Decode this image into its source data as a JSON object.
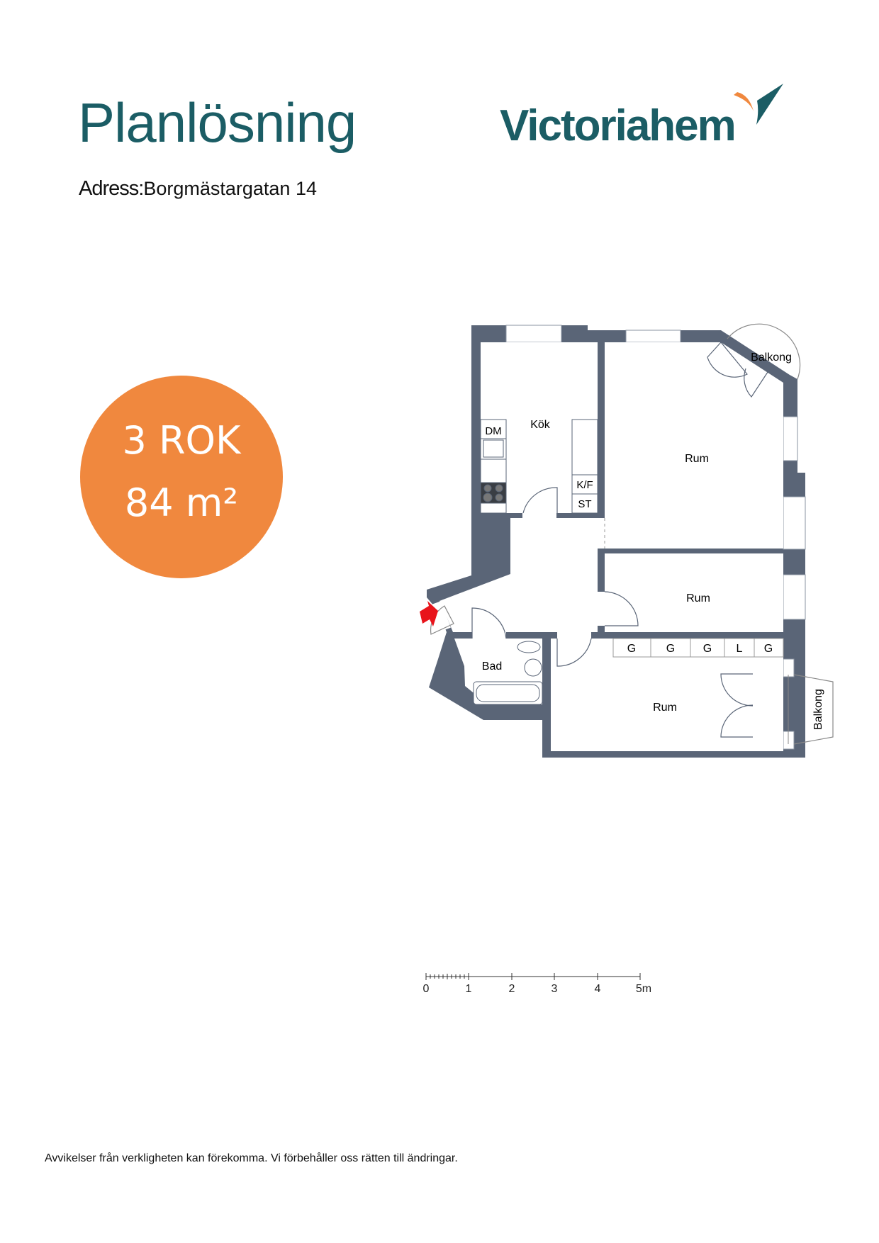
{
  "header": {
    "title": "Planlösning",
    "address_label": "Adress:",
    "address_value": "Borgmästargatan 14"
  },
  "logo": {
    "text": "Victoriahem",
    "colors": {
      "teal": "#1b5d65",
      "orange": "#f0883e"
    }
  },
  "badge": {
    "rooms": "3 ROK",
    "area": "84 m²",
    "color": "#f0883e"
  },
  "floorplan": {
    "rooms": {
      "kitchen": "Kök",
      "dishwasher": "DM",
      "fridge_freezer": "K/F",
      "closet_st": "ST",
      "room1": "Rum",
      "room2": "Rum",
      "room3": "Rum",
      "bathroom": "Bad",
      "balcony1": "Balkong",
      "balcony2": "Balkong"
    },
    "wardrobes": [
      "G",
      "G",
      "G",
      "L",
      "G"
    ],
    "wall_color": "#5a6577",
    "entrance_color": "#e8141b"
  },
  "scale": {
    "labels": [
      "0",
      "1",
      "2",
      "3",
      "4",
      "5m"
    ]
  },
  "footer": {
    "disclaimer": "Avvikelser från verkligheten kan förekomma. Vi förbehåller oss rätten till ändringar."
  }
}
